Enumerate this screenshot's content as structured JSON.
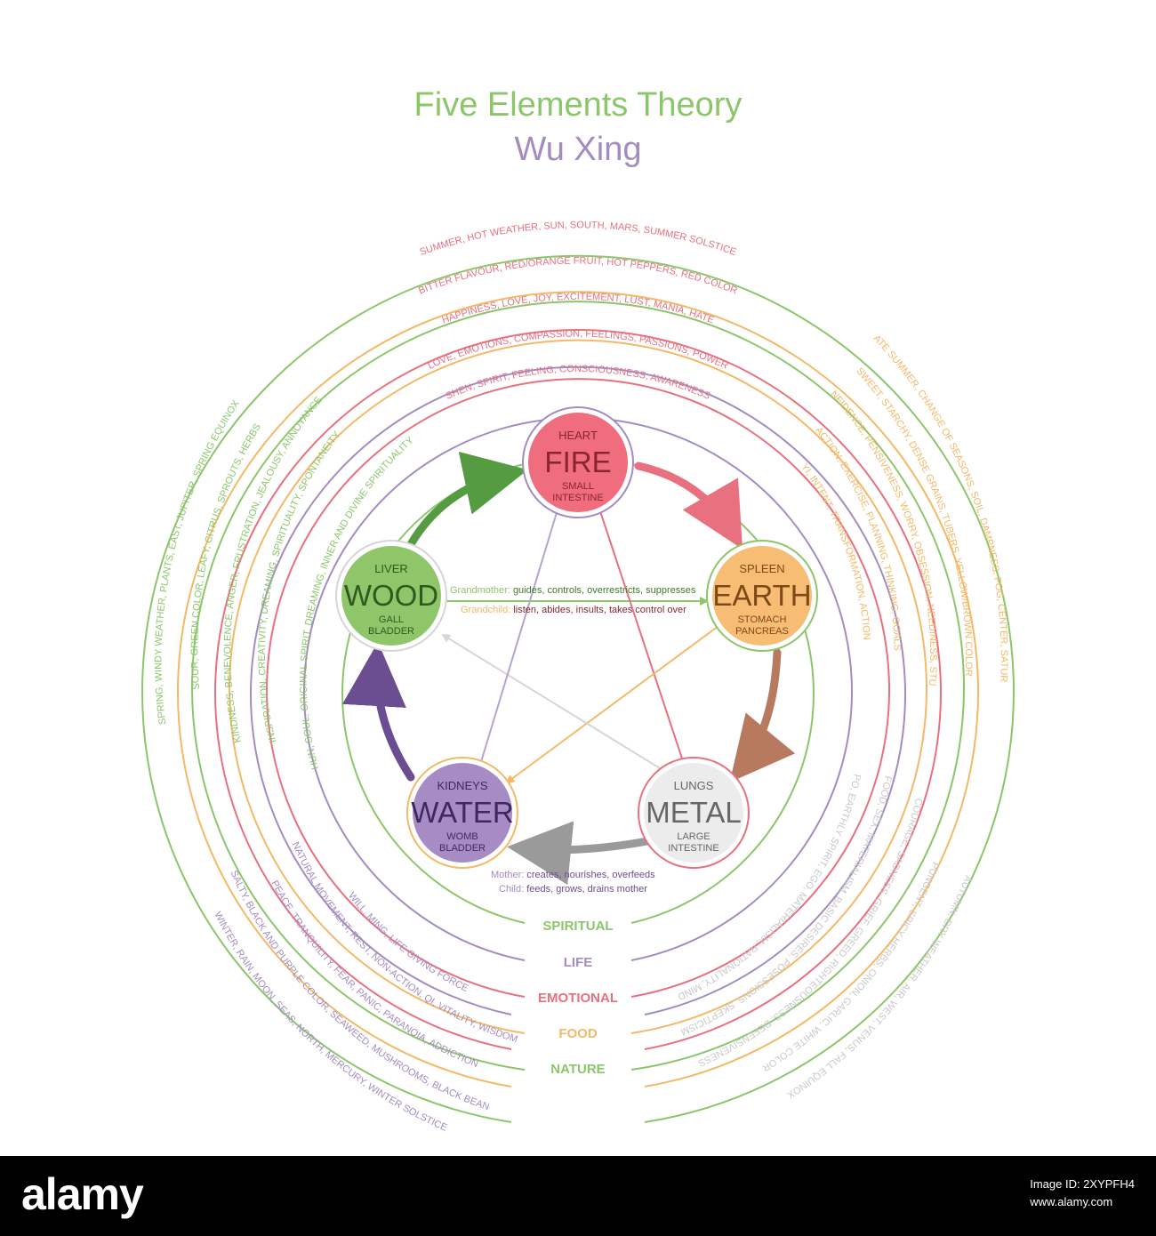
{
  "title": "Five Elements Theory",
  "subtitle": "Wu Xing",
  "colors": {
    "green": "#8cc66b",
    "purple": "#a58cc0",
    "red": "#e8707f",
    "orange": "#f4b867",
    "gray": "#c8c8c8",
    "wood_fill": "#8fc66a",
    "fire_fill": "#ef6d7c",
    "earth_fill": "#f7bd74",
    "metal_fill": "#ececec",
    "water_fill": "#a78bc4",
    "wood_arrow": "#559b41",
    "fire_arrow": "#d24a5f",
    "earth_arrow": "#b77a5f",
    "metal_arrow": "#9a9a9a",
    "water_arrow": "#6b4d92"
  },
  "layers": [
    {
      "label": "SPIRITUAL",
      "color": "#8cc66b"
    },
    {
      "label": "LIFE",
      "color": "#a58cc0"
    },
    {
      "label": "EMOTIONAL",
      "color": "#e8707f"
    },
    {
      "label": "FOOD",
      "color": "#f4b867"
    },
    {
      "label": "NATURE",
      "color": "#8cc66b"
    }
  ],
  "arc_texts": {
    "fire": [
      "SHEN, SPIRIT, FEELING, CONSCIOUSNESS, AWARENESS",
      "LOVE, EMOTIONS, COMPASSION, FEELINGS, PASSIONS, POWER",
      "HAPPINESS, LOVE, JOY, EXCITEMENT, LUST, MANIA, HATE",
      "BITTER FLAVOUR, RED/ORANGE FRUIT, HOT PEPPERS, RED COLOR",
      "SUMMER, HOT WEATHER, SUN, SOUTH, MARS, SUMMER SOLSTICE"
    ],
    "earth": [
      "YI, INTENT, TRANSFORMATION, ACTION",
      "ACTION, EXERCISE, PLANNING, THINKING, GOALS",
      "CARING, CONFIDENCE, PENSIVENESS, WORRY, OBSESSION, NEEDINESS, STUBBORNESS",
      "SWEET, STARCHY, DENSE GRAINS, TUBERS, YELLOW/BROWN COLOR",
      "LATE SUMMER, CHANGE OF SEASONS, SOIL, DAMPNESS, FOG, CENTER, SATURN"
    ],
    "metal": [
      "PO, EARTHLY SPIRIT, EGO, MATERIALISM, RATIONALITY, MIND",
      "FOOD, SEX, MATERIALISM, BASIC DESIRES, POSESSIONS, SKEPTICISM",
      "COURAGE, SADNESS, GRIEF, GREED, RIGHTEOUSNESS, DEFENSIVENESS",
      "PUNGENT, SPICY HERBS, ONION, GARLIC, WHITE COLOR",
      "AUTUMN, DRY WEATHER, AIR, WEST, VENUS, FALL EQUINOX"
    ],
    "water": [
      "WILL, MING, LIFE GIVING FORCE",
      "NATURAL MOVEMENT, REST, NON-ACTION, QI, VITALITY, WISDOM",
      "PEACE, TRANQUILITY, FEAR, PANIC, PARANOIA, ADDICTION",
      "SALTY, BLACK AND PURPLE COLOR, SEAWEED, MUSHROOMS, BLACK BEAN",
      "WINTER, RAIN, MOON, SEAS, NORTH, MERCURY, WINTER SOLSTICE"
    ],
    "wood": [
      "HUN, SOUL, ORIGINAL SPIRIT, DREAMING, INNER AND DIVINE SPIRITUALITY",
      "INSPIRATION, CREATIVITY, DREAMING, SPIRITUALITY, SPONTANEITY",
      "KINDNESS, BENEVOLENCE, ANGER, FRUSTRATION, JEALOUSY, ANNOYANCE",
      "SOUR, GREEN COLOR, LEAFY, CITRUS, SPROUTS, HERBS",
      "SPRING, WINDY WEATHER, PLANTS, EAST, JUPITER, SPRING EQUINOX"
    ]
  },
  "elements": {
    "fire": {
      "organ": "HEART",
      "name": "FIRE",
      "sub1": "SMALL",
      "sub2": "INTESTINE"
    },
    "earth": {
      "organ": "SPLEEN",
      "name": "EARTH",
      "sub1": "STOMACH",
      "sub2": "PANCREAS"
    },
    "metal": {
      "organ": "LUNGS",
      "name": "METAL",
      "sub1": "LARGE",
      "sub2": "INTESTINE"
    },
    "water": {
      "organ": "KIDNEYS",
      "name": "WATER",
      "sub1": "WOMB",
      "sub2": "BLADDER"
    },
    "wood": {
      "organ": "LIVER",
      "name": "WOOD",
      "sub1": "GALL",
      "sub2": "BLADDER"
    }
  },
  "notes": {
    "grandmother_label": "Grandmother:",
    "grandmother_text": "guides, controls, overrestricts, suppresses",
    "grandchild_label": "Grandchild:",
    "grandchild_text": "listen, abides, insults, takes control over",
    "mother_label": "Mother:",
    "mother_text": "creates, nourishes, overfeeds",
    "child_label": "Child:",
    "child_text": "feeds, grows, drains mother"
  },
  "footer": {
    "brand": "alamy",
    "image_id_label": "Image ID: 2XYPFH4",
    "site": "www.alamy.com"
  }
}
